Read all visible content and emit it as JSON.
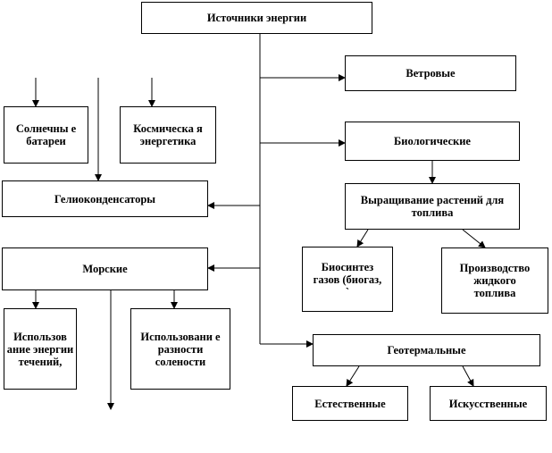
{
  "nodes": {
    "root": "Источники энергии",
    "wind": "Ветровые",
    "bio": "Биологические",
    "plants": "Выращивание растений для топлива",
    "biogas": "Биосинтез газов (биогаз, `",
    "liquid": "Производство жидкого топлива",
    "geo": "Геотермальные",
    "natural": "Естественные",
    "artificial": "Искусственные",
    "solar_batteries": "Солнечны е батареи",
    "space_energy": "Космическа я энергетика",
    "helio": "Гелиоконденсаторы",
    "sea": "Морские",
    "currents": "Использов ание энергии течений,",
    "salinity": "Использовани е разности солености"
  }
}
